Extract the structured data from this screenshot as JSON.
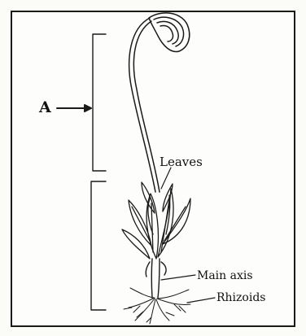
{
  "diagram": {
    "labels": {
      "a": "A",
      "leaves": "Leaves",
      "main_axis": "Main axis",
      "rhizoids": "Rhizoids"
    },
    "colors": {
      "ink": "#1a1a1a",
      "paper": "#fdfdfb"
    }
  }
}
